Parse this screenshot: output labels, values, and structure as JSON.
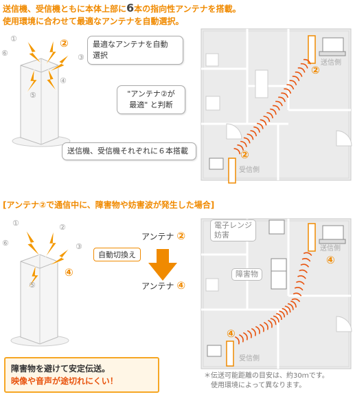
{
  "heading": {
    "line1_a": "送信機、受信機ともに本体上部に",
    "line1_num": "6",
    "line1_b": "本の指向性アンテナを搭載。",
    "line2": "使用環境に合わせて最適なアンテナを自動選択。"
  },
  "top": {
    "antenna_numbers": [
      "①",
      "②",
      "③",
      "④",
      "⑤",
      "⑥"
    ],
    "bubble_select": [
      "最適なアンテナを自動",
      "選択"
    ],
    "bubble_judge": [
      "\"アンテナ②が",
      "最適\" と判断"
    ],
    "bubble_mounted": "送信機、受信機それぞれに６本搭載",
    "transmitter_label": "送信側",
    "receiver_label": "受信側",
    "path_number_tx": "②",
    "path_number_rx": "②"
  },
  "bottom": {
    "title": "[アンテナ②で通信中に、障害物や妨害波が発生した場合]",
    "antenna_numbers": [
      "①",
      "②",
      "③",
      "④",
      "⑤",
      "⑥"
    ],
    "antenna_from_label": "アンテナ",
    "antenna_from_num": "②",
    "switch_label": "自動切換え",
    "antenna_to_label": "アンテナ",
    "antenna_to_num": "④",
    "microwave_label": [
      "電子レンジ",
      "妨害"
    ],
    "obstacle_label": "障害物",
    "transmitter_label": "送信側",
    "receiver_label": "受信側",
    "path_number_tx": "④",
    "path_number_rx": "④",
    "callout_line1": "障害物を避けて安定伝送。",
    "callout_line2": "映像や音声が途切れにくい！",
    "note_line1": "＊伝送可能距離の目安は、約30ｍです。",
    "note_line2": "使用環境によって異なります。"
  },
  "colors": {
    "accent": "#f08a00",
    "arc": "#e8530e",
    "floor": "#ebebeb",
    "bolt": "#f39800"
  }
}
